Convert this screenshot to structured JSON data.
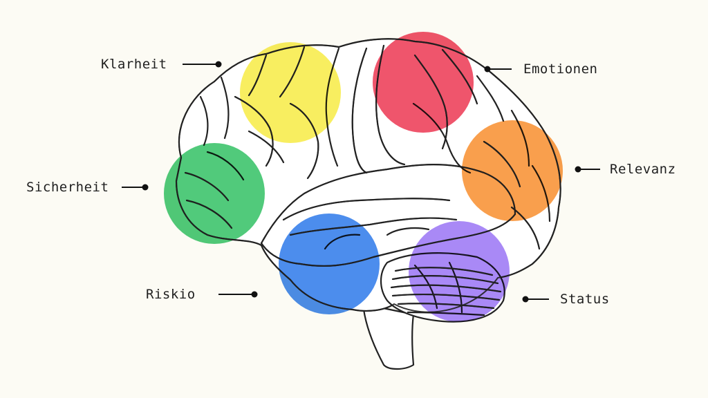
{
  "labels": {
    "klarheit": "Klarheit",
    "emotionen": "Emotionen",
    "sicherheit": "Sicherheit",
    "relevanz": "Relevanz",
    "riskio": "Riskio",
    "status": "Status"
  },
  "colors": {
    "background": "#fcfbf4",
    "outline": "#222222",
    "klarheit": "#f7ec4a",
    "emotionen": "#ee4760",
    "relevanz": "#f8953a",
    "sicherheit": "#3ec46d",
    "riskio": "#3d83ec",
    "status": "#a07cf5"
  }
}
